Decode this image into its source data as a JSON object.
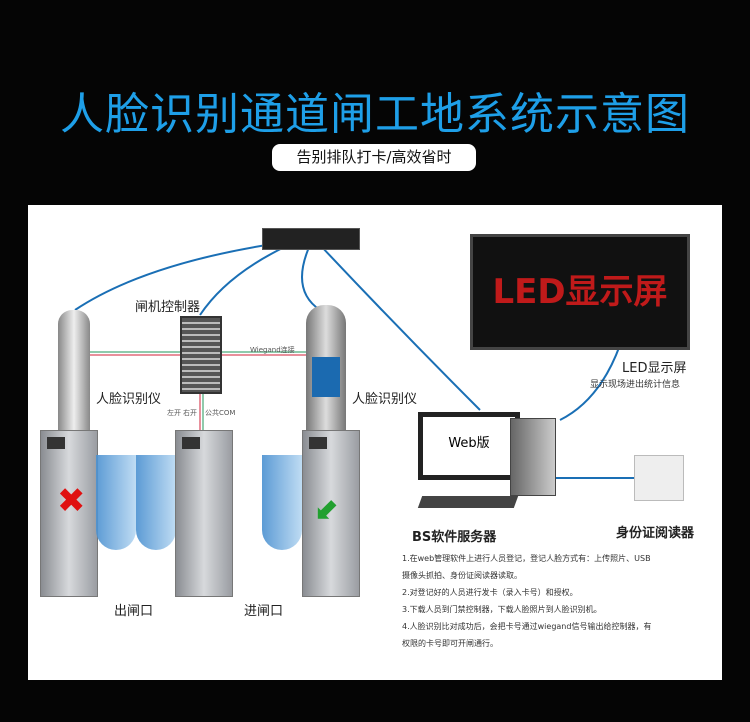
{
  "title": "人脸识别通道闸工地系统示意图",
  "subtitle": "告别排队打卡/高效省时",
  "labels": {
    "controller": "闸机控制器",
    "face_left": "人脸识别仪",
    "face_right": "人脸识别仪",
    "wiegand": "Wiegand连接",
    "left_open": "左开",
    "right_open": "右开",
    "com": "公共COM",
    "exit": "出闸口",
    "entry": "进闸口",
    "web": "Web版",
    "server": "BS软件服务器",
    "id_reader": "身份证阅读器",
    "led_screen_text": "LED显示屏",
    "led_title": "LED显示屏",
    "led_desc": "显示现场进出统计信息"
  },
  "notes": [
    "1.在web管理软件上进行人员登记，登记人脸方式有：上传照片、USB",
    "摄像头抓拍、身份证阅读器读取。",
    "2.对登记好的人员进行发卡（录入卡号）和授权。",
    "3.下载人员到门禁控制器，下载人脸照片到人脸识别机。",
    "4.人脸识别比对成功后，会把卡号通过wiegand信号输出给控制器，有",
    "权限的卡号即可开闸通行。"
  ]
}
